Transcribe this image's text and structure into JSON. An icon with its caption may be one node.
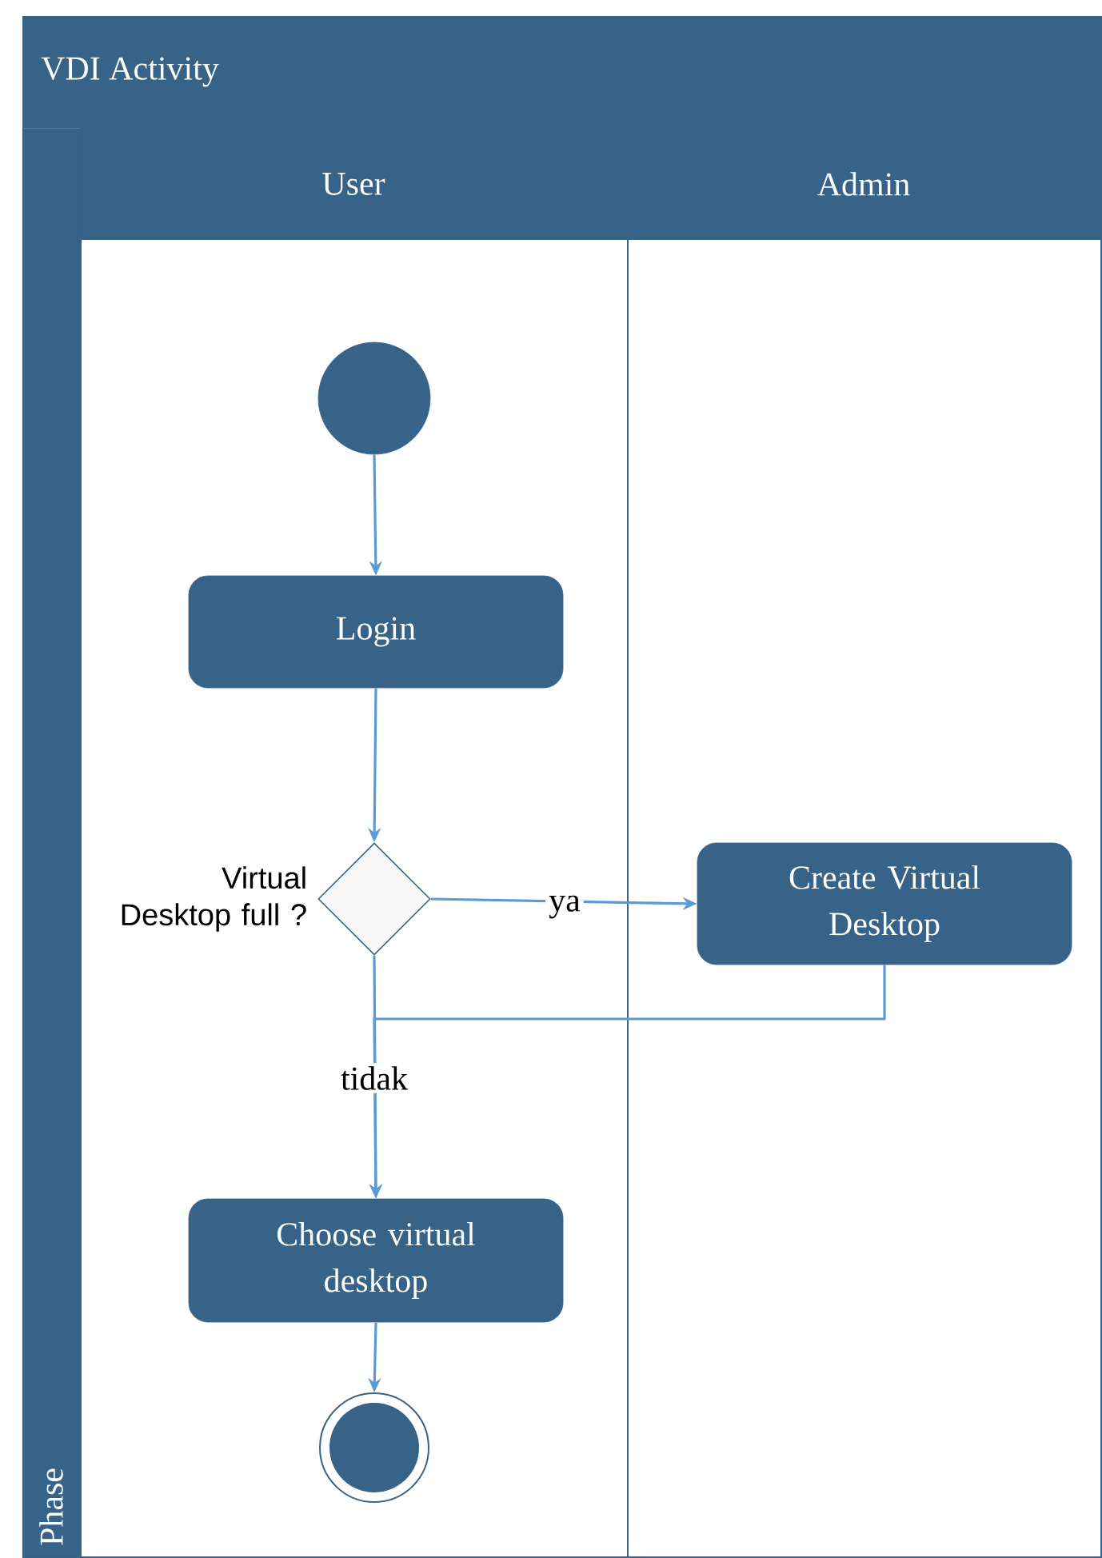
{
  "diagram": {
    "nodes": [
      {
        "text": [
          "VDI Activity"
        ]
      },
      {
        "text": [
          "User"
        ],
        "in": 0
      },
      {
        "text": [
          "Admin"
        ],
        "in": 0
      },
      {
        "text": [
          "Phase"
        ],
        "in": 0
      },
      {
        "text": [],
        "shape": "circle",
        "in": 1
      },
      {
        "text": [
          "Login"
        ],
        "in": 1
      },
      {
        "text": [],
        "shape": "diamond",
        "in": 1,
        "beside": [
          "Virtual Desktop full ?"
        ]
      },
      {
        "text": [
          "Create Virtual Desktop"
        ],
        "in": 2
      },
      {
        "text": [
          "Choose virtual desktop"
        ],
        "in": 1
      },
      {
        "text": [],
        "shape": "circle",
        "in": 1
      }
    ],
    "edges": [
      {
        "from": 4,
        "to": 5,
        "arrow": "to"
      },
      {
        "from": 5,
        "to": 6,
        "arrow": "to"
      },
      {
        "from": 6,
        "to": 7,
        "arrow": "to",
        "label": "ya"
      },
      {
        "from": 6,
        "to": 8,
        "arrow": "to",
        "label": "tidak"
      },
      {
        "from": 7,
        "to": 8,
        "arrow": "to"
      },
      {
        "from": 8,
        "to": 9,
        "arrow": "to"
      }
    ]
  }
}
